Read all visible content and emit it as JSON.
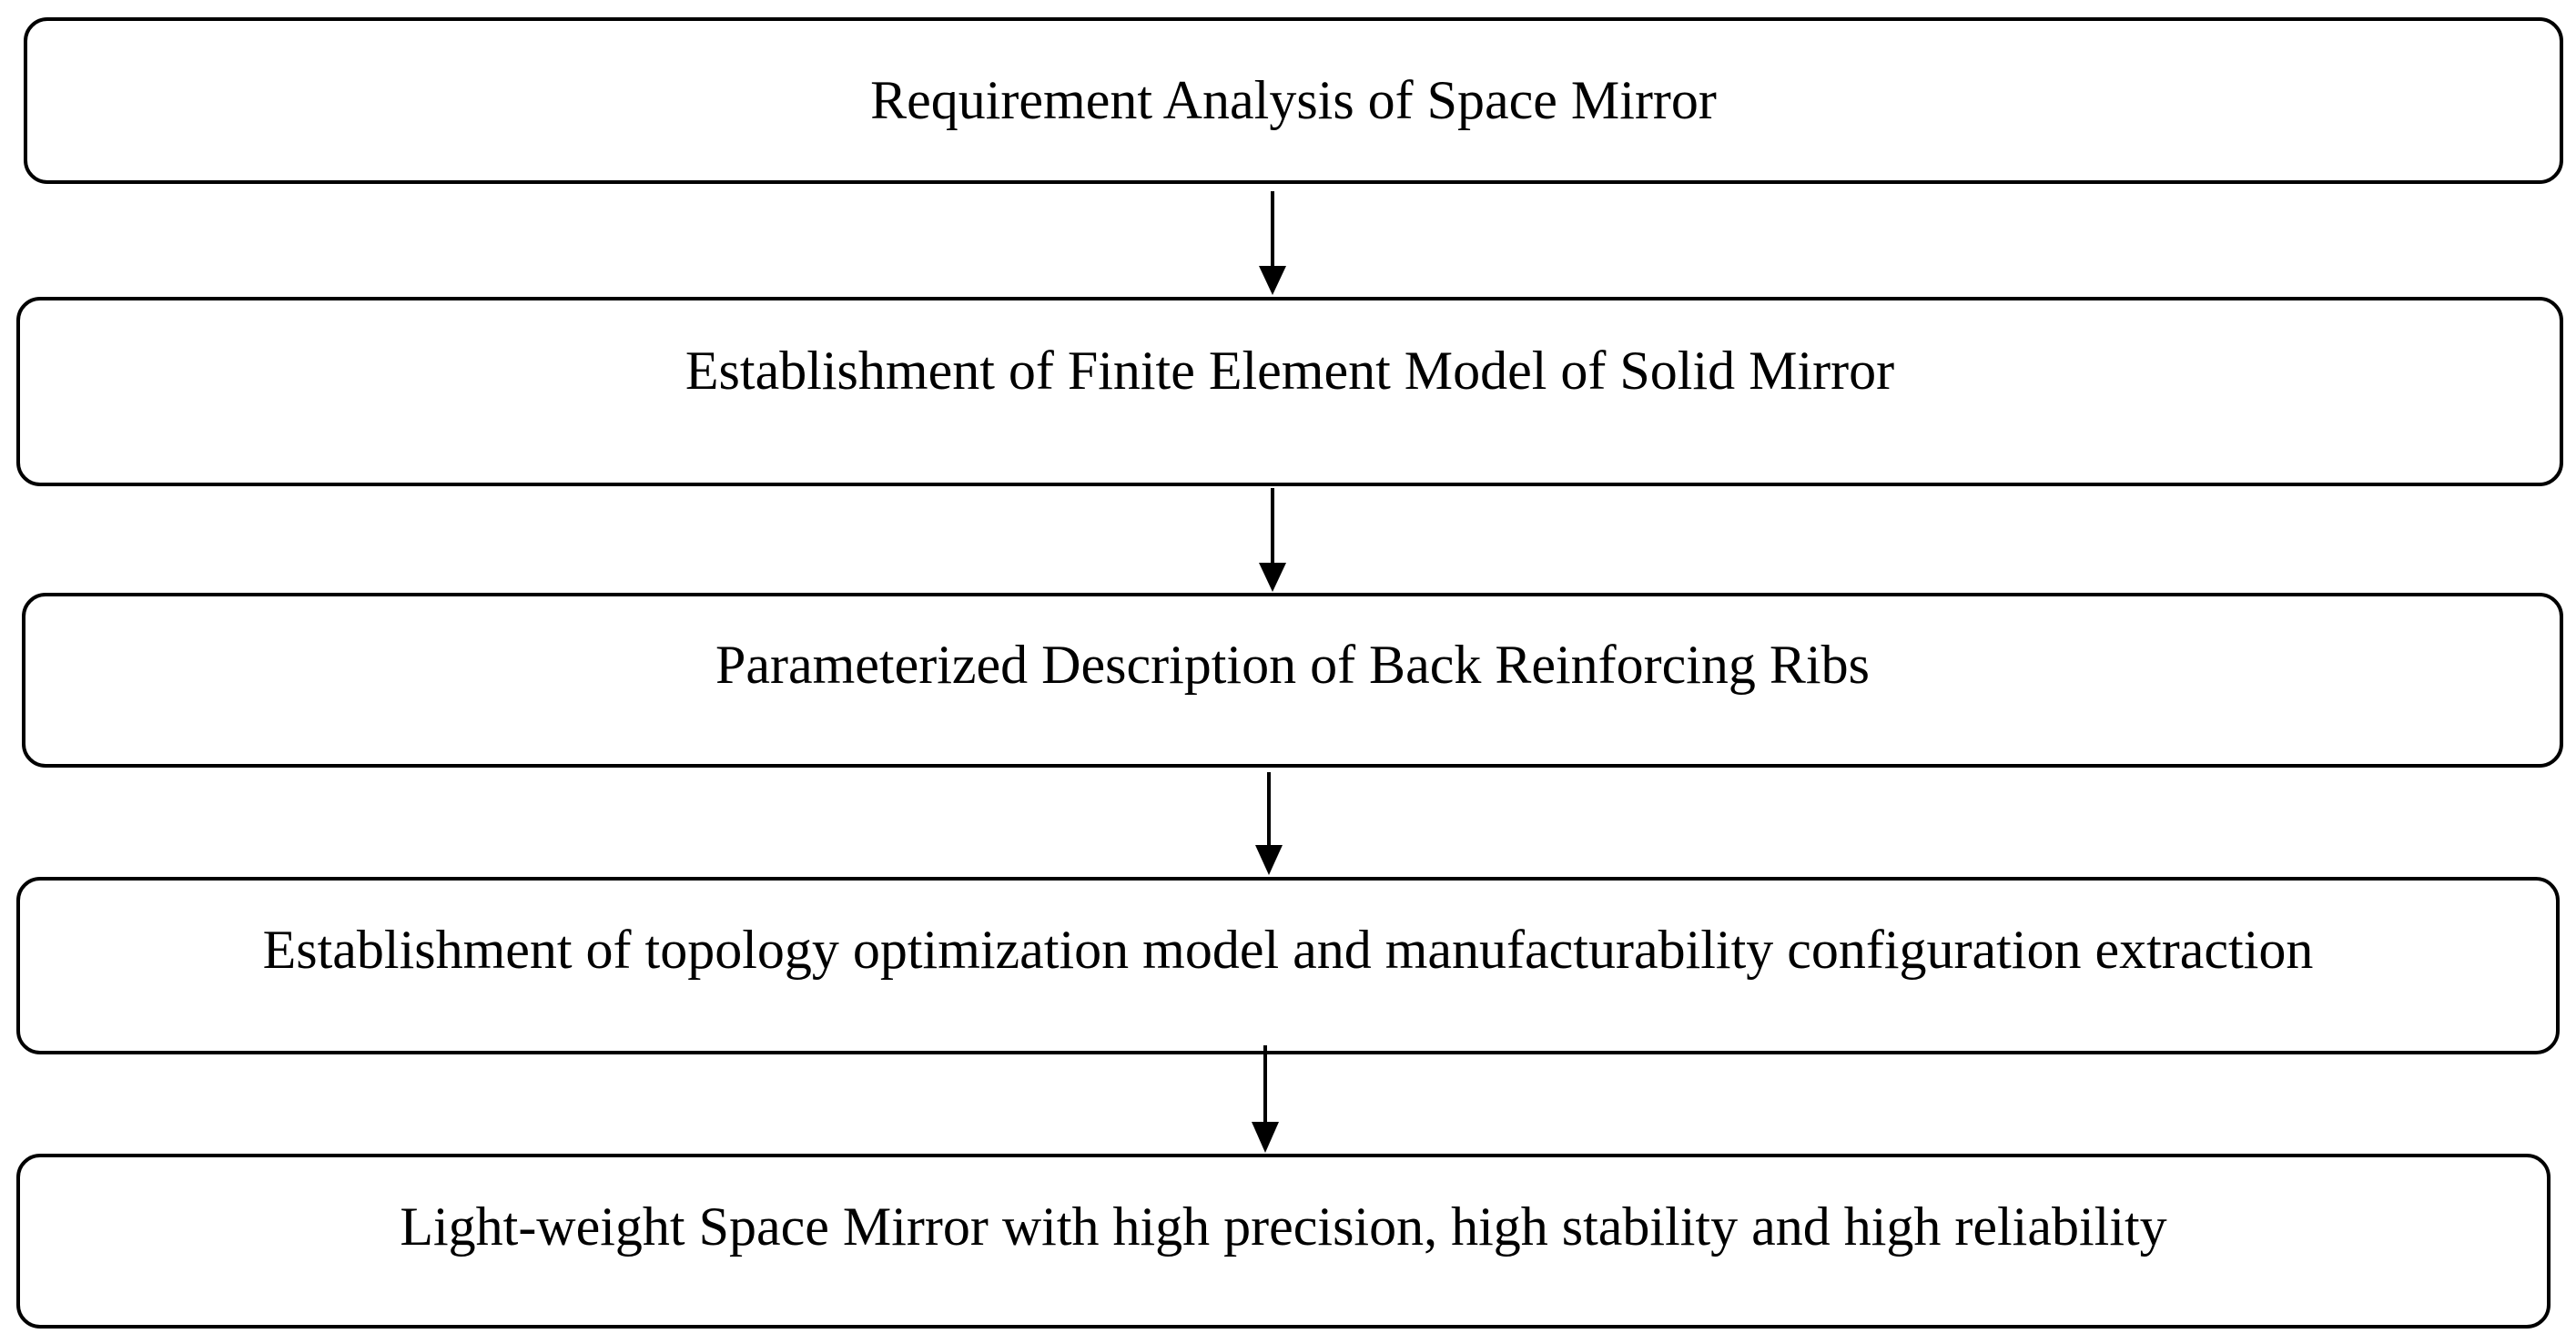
{
  "steps": [
    {
      "label": "Requirement Analysis of Space Mirror"
    },
    {
      "label": "Establishment of Finite Element Model of Solid Mirror"
    },
    {
      "label": "Parameterized Description of Back Reinforcing Ribs"
    },
    {
      "label": "Establishment of topology optimization model and manufacturability configuration extraction"
    },
    {
      "label": "Light-weight Space Mirror with high precision, high stability and high reliability"
    }
  ]
}
